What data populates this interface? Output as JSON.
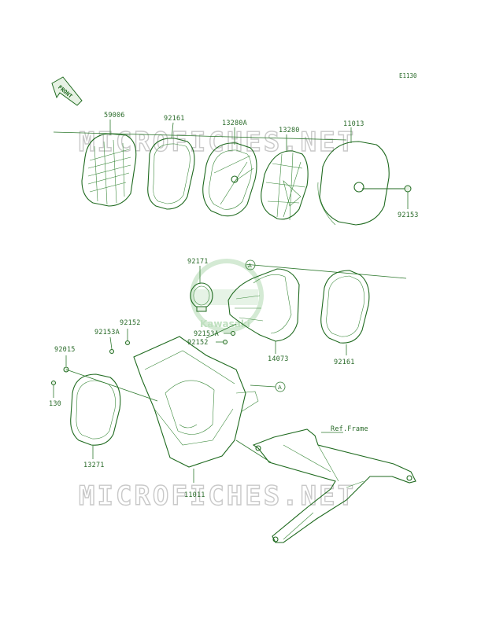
{
  "diagram_code": "E1130",
  "front_label": "FRONT",
  "callout_a": "A",
  "watermark": "MICROFICHES.NET",
  "logo_text": "Kawasaki",
  "ref_frame": "Ref.Frame",
  "parts": {
    "p59006": "59006",
    "p92161_top": "92161",
    "p13280A": "13280A",
    "p13280": "13280",
    "p11013": "11013",
    "p92153": "92153",
    "p92171": "92171",
    "p14073": "14073",
    "p92161_mid": "92161",
    "p92152_a": "92152",
    "p92153A_a": "92153A",
    "p92153A_b": "92153A",
    "p92152_b": "92152",
    "p92015": "92015",
    "p130": "130",
    "p13271": "13271",
    "p11011": "11011"
  },
  "colors": {
    "line": "#1f6a1f",
    "label": "#2a6b2a",
    "watermark": "#c9c9c9"
  }
}
